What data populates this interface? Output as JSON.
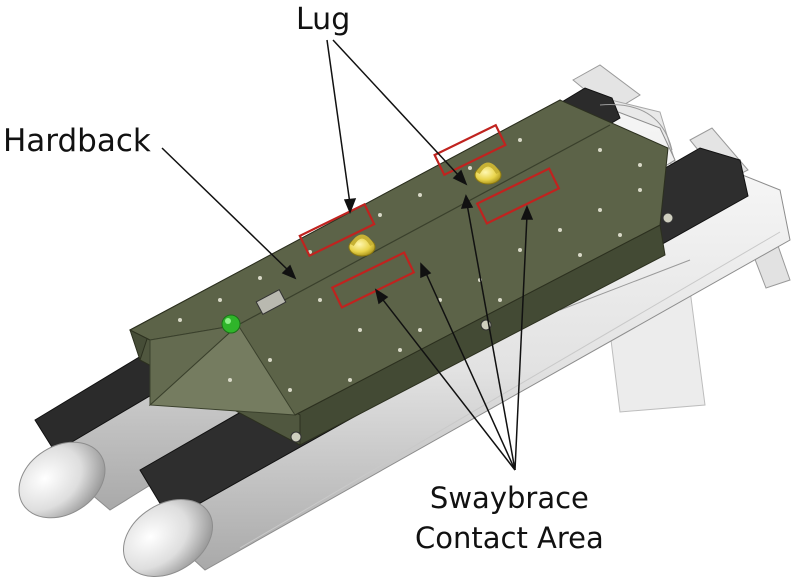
{
  "labels": {
    "lug": "Lug",
    "hardback": "Hardback",
    "swaybrace_line1": "Swaybrace",
    "swaybrace_line2": "Contact Area"
  },
  "colors": {
    "hardback_top": "#5a6147",
    "hardback_side": "#4a5139",
    "hardback_front": "#6c7358",
    "pod_body": "#e6e6e6",
    "pod_shadow": "#b9b9b9",
    "pod_dark": "#2d2d2d",
    "lug": "#e8d34a",
    "contact_outline": "#c0231f",
    "green_light": "#2fb52a",
    "fin": "#dcdcdc",
    "leader": "#111111"
  }
}
